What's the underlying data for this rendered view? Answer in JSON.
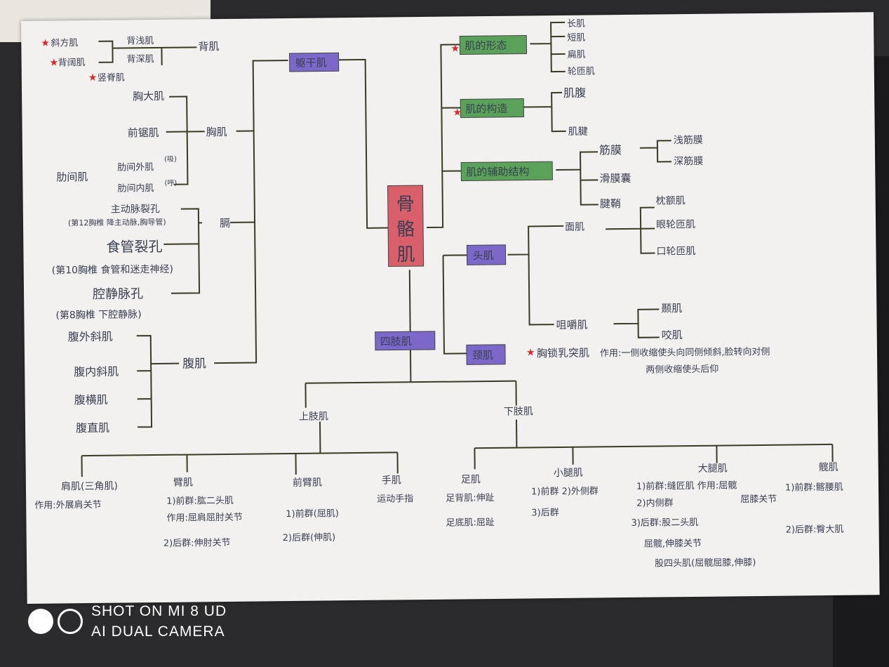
{
  "root": "骨骼肌",
  "branches": {
    "trunk": "躯干肌",
    "head": "头肌",
    "neck": "颈肌",
    "limbs": "四肢肌",
    "morphology": "肌的形态",
    "structure": "肌的构造",
    "auxiliary": "肌的辅助结构"
  },
  "back": {
    "label": "背肌",
    "shallow": "背浅肌",
    "deep": "背深肌",
    "items": [
      "斜方肌",
      "背阔肌",
      "竖脊肌"
    ]
  },
  "chest": {
    "label": "胸肌",
    "items": [
      "胸大肌",
      "前锯肌"
    ],
    "intercostal": "肋间肌",
    "external": "肋间外肌",
    "internal": "肋间内肌",
    "note_ext": "(吸)",
    "note_int": "(呼)"
  },
  "diaphragm": {
    "label": "膈",
    "aortic": "主动脉裂孔",
    "aortic_note": "(第12胸椎 降主动脉,胸导管)",
    "esophageal": "食管裂孔",
    "esophageal_note": "(第10胸椎 食管和迷走神经)",
    "vena": "腔静脉孔",
    "vena_note": "(第8胸椎 下腔静脉)"
  },
  "abdomen": {
    "label": "腹肌",
    "items": [
      "腹外斜肌",
      "腹内斜肌",
      "腹横肌",
      "腹直肌"
    ]
  },
  "morph_items": [
    "长肌",
    "短肌",
    "扁肌",
    "轮匝肌"
  ],
  "struct_items": [
    "肌腹",
    "肌腱"
  ],
  "aux": {
    "fascia": "筋膜",
    "fascia_items": [
      "浅筋膜",
      "深筋膜"
    ],
    "bursa": "滑膜囊",
    "sheath": "腱鞘"
  },
  "face": {
    "label": "面肌",
    "items": [
      "枕额肌",
      "眼轮匝肌",
      "口轮匝肌"
    ]
  },
  "mastication": {
    "label": "咀嚼肌",
    "items": [
      "颞肌",
      "咬肌"
    ]
  },
  "neck_detail": {
    "muscle": "胸锁乳突肌",
    "text1": "作用:一侧收缩使头向同侧倾斜,脸转向对侧",
    "text2": "两侧收缩使头后仰"
  },
  "upper": {
    "label": "上肢肌",
    "shoulder": "肩肌(三角肌)",
    "shoulder_fn": "作用:外展肩关节",
    "arm": "臂肌",
    "arm1": "1)前群:肱二头肌",
    "arm_fn": "作用:屈肩屈肘关节",
    "arm2": "2)后群:伸肘关节",
    "forearm": "前臂肌",
    "forearm1": "1)前群(屈肌)",
    "forearm2": "2)后群(伸肌)",
    "hand": "手肌",
    "hand_fn": "运动手指"
  },
  "lower": {
    "label": "下肢肌",
    "foot": "足肌",
    "foot1": "足背肌:伸趾",
    "foot2": "足底肌:屈趾",
    "calf": "小腿肌",
    "calf1": "1)前群 2)外侧群",
    "calf2": "3)后群",
    "thigh": "大腿肌",
    "thigh1": "1)前群:缝匠肌 作用:屈髋",
    "thigh1b": "屈膝关节",
    "thigh2": "2)内侧群",
    "thigh3": "3)后群:股二头肌",
    "thigh3b": "屈髋,伸膝关节",
    "thigh4": "股四头肌(屈髋屈膝,伸膝)",
    "hip": "髋肌",
    "hip1": "1)前群:髂腰肌",
    "hip2": "2)后群:臀大肌"
  },
  "camera": {
    "line1": "SHOT ON MI 8 UD",
    "line2": "AI DUAL CAMERA"
  },
  "colors": {
    "root_fill": "#d9606b",
    "purple_fill": "#7b68c9",
    "green_fill": "#5aa25a",
    "line": "#3b3a24",
    "yellow": "#e8dc5a",
    "star": "#e02525"
  }
}
